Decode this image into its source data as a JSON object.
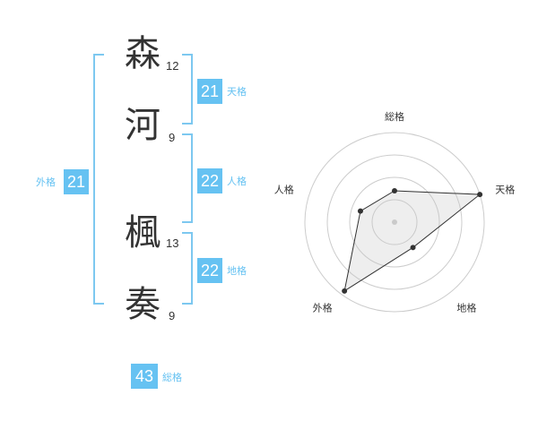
{
  "name": {
    "chars": [
      {
        "char": "森",
        "strokes": "12"
      },
      {
        "char": "河",
        "strokes": "9"
      },
      {
        "char": "楓",
        "strokes": "13"
      },
      {
        "char": "奏",
        "strokes": "9"
      }
    ]
  },
  "fortune": {
    "tenkaku": {
      "value": "21",
      "label": "天格"
    },
    "jinkaku": {
      "value": "22",
      "label": "人格"
    },
    "chikaku": {
      "value": "22",
      "label": "地格"
    },
    "gaikaku": {
      "value": "21",
      "label": "外格"
    },
    "soukaku": {
      "value": "43",
      "label": "総格"
    }
  },
  "chart_data": {
    "type": "radar",
    "axes": [
      "総格",
      "天格",
      "地格",
      "外格",
      "人格"
    ],
    "values": [
      0.35,
      1.0,
      0.35,
      0.95,
      0.4
    ],
    "max": 1.0,
    "rings": 4
  },
  "colors": {
    "accent": "#66c2f2",
    "bracket": "#7dc8f0",
    "text": "#333333",
    "grid": "#cccccc"
  }
}
